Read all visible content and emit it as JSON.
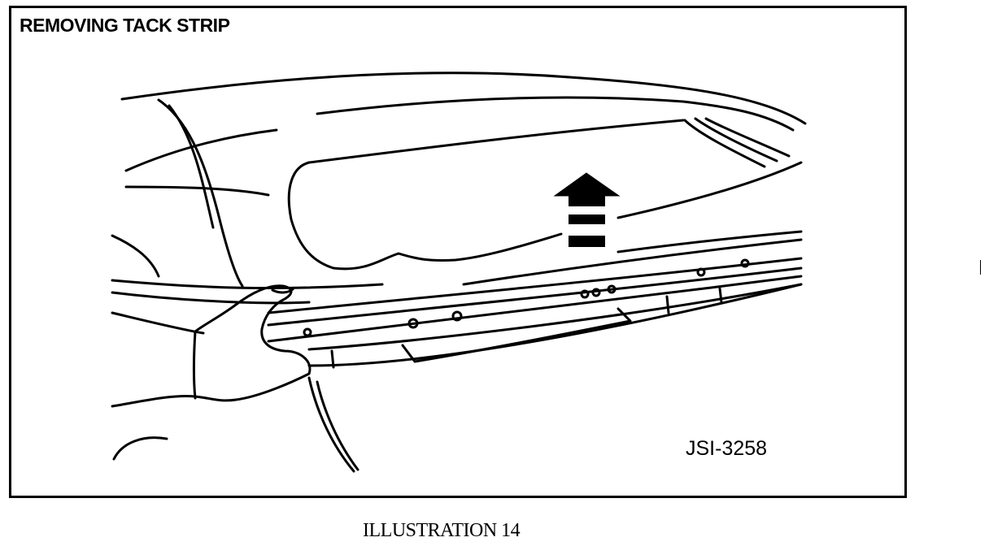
{
  "illustration": {
    "title": "REMOVING TACK STRIP",
    "figure_code": "JSI-3258",
    "caption": "ILLUSTRATION 14"
  },
  "icons": {
    "direction_arrow": "up-arrow-icon"
  }
}
